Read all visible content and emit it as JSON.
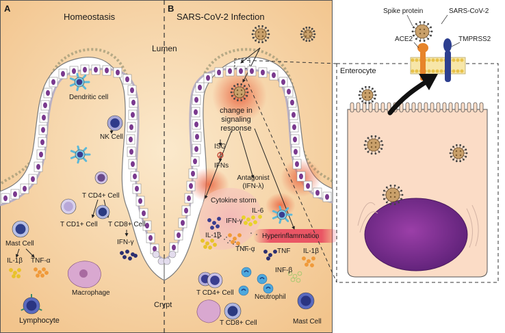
{
  "panels": {
    "a": {
      "letter": "A",
      "title": "Homeostasis"
    },
    "b": {
      "letter": "B",
      "title": "SARS-CoV-2 Infection"
    }
  },
  "regions": {
    "lumen": "Lumen",
    "crypt": "Crypt"
  },
  "homeostasis": {
    "dendritic": "Dendritic cell",
    "nk": "NK Cell",
    "cd4": "T CD4+ Cell",
    "cd1": "T CD1+ Cell",
    "cd8": "T CD8+ Cell",
    "ifng": "IFN-γ",
    "mast": "Mast Cell",
    "il1b": "IL-1β",
    "tnfa": "TNF-α",
    "macrophage": "Macrophage",
    "lymphocyte": "Lymphocyte"
  },
  "infection": {
    "signal_line1": "change in",
    "signal_line2": "signaling",
    "signal_line3": "response",
    "isg": "ISG",
    "ifns": "IFNs",
    "antagonist": "Antagonist",
    "ifnl": "(IFN-λ)",
    "storm": "Cytokine storm",
    "il6": "IL-6",
    "ifng": "IFN-γ",
    "il1b": "IL-1β",
    "tnfa": "TNF-α",
    "hyper": "Hyperinflammation",
    "tnf": "TNF",
    "il1b2": "IL-1β",
    "infb": "INF-β",
    "cd4": "T CD4+ Cell",
    "neutrophil": "Neutrophil",
    "cd8": "T CD8+ Cell",
    "mast": "Mast Cell"
  },
  "inset": {
    "spike": "Spike protein",
    "virus": "SARS-CoV-2",
    "ace2": "ACE2",
    "tmprss2": "TMPRSS2",
    "enterocyte": "Enterocyte"
  },
  "colors": {
    "background": "#f6d7a6",
    "epithelium": "#ffffff",
    "nucleus": "#7b3a8f",
    "membrane": "#b9b0c4",
    "virus": "#c9a06a",
    "inflammation": "#e8603c",
    "ace2": "#e7842a",
    "tmprss2": "#2d3f8f",
    "arrow": "#222222"
  }
}
